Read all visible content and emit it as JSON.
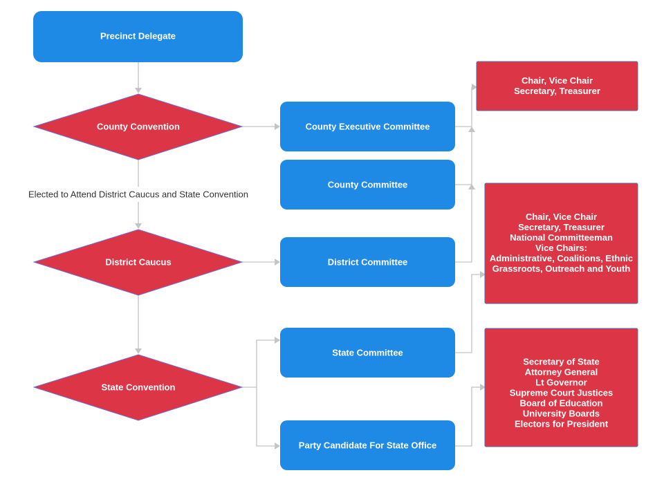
{
  "colors": {
    "node_blue": "#1e8ae6",
    "node_red": "#dc3545",
    "connector": "#c4c4c4",
    "text_light": "#ffffff",
    "text_dark": "#333333"
  },
  "nodes": {
    "precinct_delegate": "Precinct Delegate",
    "county_convention": "County Convention",
    "district_caucus": "District Caucus",
    "state_convention": "State Convention",
    "county_executive_committee": "County Executive Committee",
    "county_committee": "County Committee",
    "district_committee": "District Committee",
    "state_committee": "State Committee",
    "party_candidate": "Party Candidate For State Office"
  },
  "edge_labels": {
    "elected_to_attend": "Elected to Attend District Caucus and State Convention"
  },
  "officer_boxes": {
    "county_officers": [
      "Chair, Vice Chair",
      "Secretary, Treasurer"
    ],
    "district_state_officers": [
      "Chair, Vice Chair",
      "Secretary, Treasurer",
      "National Committeeman",
      "Vice Chairs:",
      "Administrative, Coalitions, Ethnic",
      "Grassroots, Outreach and Youth"
    ],
    "state_offices": [
      "Secretary of State",
      "Attorney General",
      "Lt Governor",
      "Supreme Court Justices",
      "Board of Education",
      "University Boards",
      "Electors for President"
    ]
  }
}
